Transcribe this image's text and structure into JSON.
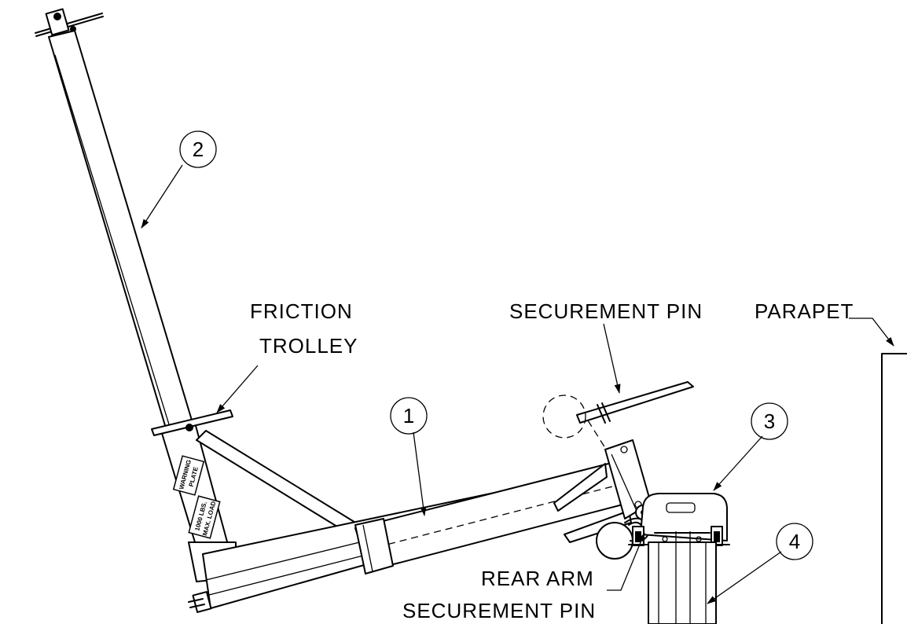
{
  "callouts": [
    {
      "id": "1",
      "text": "1"
    },
    {
      "id": "2",
      "text": "2"
    },
    {
      "id": "3",
      "text": "3"
    },
    {
      "id": "4",
      "text": "4"
    }
  ],
  "labels": {
    "friction_trolley_line1": "FRICTION",
    "friction_trolley_line2": "TROLLEY",
    "securement_pin": "SECUREMENT  PIN",
    "parapet": "PARAPET",
    "rear_arm_line1": "REAR  ARM",
    "rear_arm_line2": "SECUREMENT  PIN"
  },
  "plates": {
    "warning_line1": "WARNING",
    "warning_line2": "PLATE",
    "load_line1": "1000  LBS.",
    "load_line2": "MAX.  LOAD"
  }
}
